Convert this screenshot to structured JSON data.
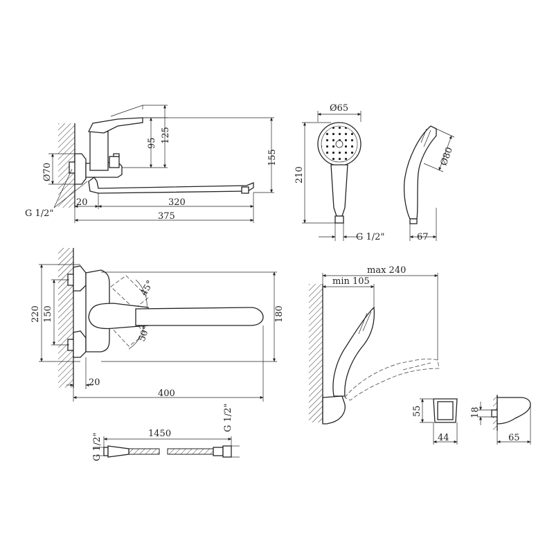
{
  "dimensions": {
    "top_wall_diameter": "Ø70",
    "top_thread": "G 1/2\"",
    "top_offset": "20",
    "top_spout_length": "320",
    "top_total_length": "375",
    "top_height_95": "95",
    "top_height_125": "125",
    "top_height_155": "155",
    "handshower_diameter": "Ø65",
    "handshower_length": "210",
    "handshower_thread": "G 1/2\"",
    "handshower_side_diameter": "Ø80",
    "handshower_side_depth": "67",
    "plan_height_220": "220",
    "plan_height_150": "150",
    "plan_height_180": "180",
    "plan_offset": "20",
    "plan_total_length": "400",
    "plan_angle_45": "45°",
    "plan_angle_50": "50°",
    "holder_max": "max 240",
    "holder_min": "min 105",
    "bracket_height": "55",
    "bracket_width": "44",
    "bracket_offset": "18",
    "bracket_depth": "65",
    "hose_length": "1450",
    "hose_thread_left": "G 1/2\"",
    "hose_thread_right": "G 1/2\""
  }
}
